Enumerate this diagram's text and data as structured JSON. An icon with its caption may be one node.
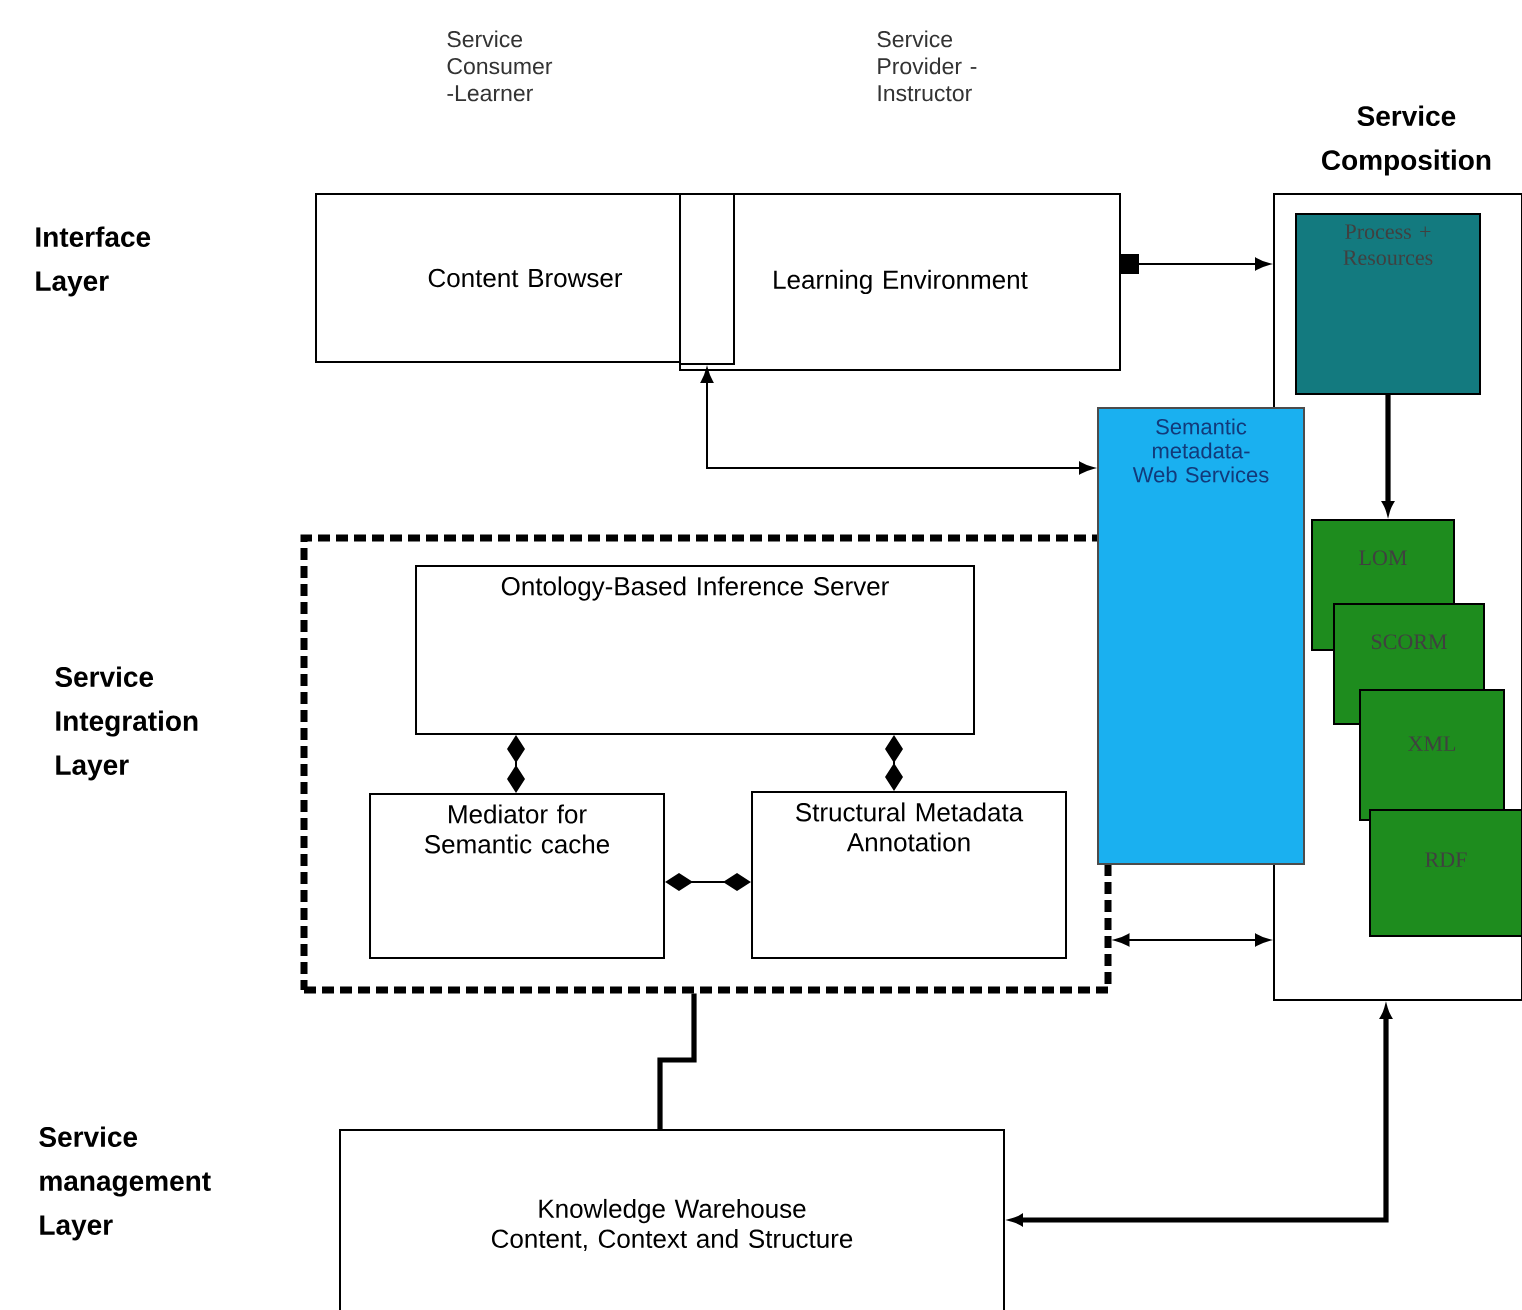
{
  "diagram": {
    "nodes": [
      {
        "text": [
          "Content Browser"
        ]
      },
      {
        "text": [
          "Learning Environment"
        ]
      },
      {
        "text": [],
        "shape": "box"
      },
      {
        "text": [
          "Service Composition"
        ]
      },
      {
        "text": [
          "Process + Resources"
        ],
        "in": 3
      },
      {
        "text": [
          "Semantic metadata- Web Services"
        ]
      },
      {
        "text": [
          "LOM"
        ],
        "in": 3
      },
      {
        "text": [
          "SCORM"
        ],
        "in": 3
      },
      {
        "text": [
          "XML"
        ],
        "in": 3
      },
      {
        "text": [
          "RDF"
        ],
        "in": 3
      },
      {
        "text": [],
        "shape": "box"
      },
      {
        "text": [
          "Ontology-Based Inference Server"
        ],
        "in": 10
      },
      {
        "text": [
          "Mediator for Semantic cache"
        ],
        "in": 10
      },
      {
        "text": [
          "Structural Metadata Annotation"
        ],
        "in": 10
      },
      {
        "text": [
          "Knowledge Warehouse Content, Context and Structure"
        ]
      }
    ],
    "edges": [
      {
        "from": 1,
        "to": 3,
        "arrow": "to"
      },
      {
        "from": 5,
        "to": 2,
        "arrow": "both"
      },
      {
        "from": 4,
        "to": 6,
        "arrow": "to",
        "style": "thick"
      },
      {
        "from": 11,
        "to": 12,
        "arrow": "other"
      },
      {
        "from": 11,
        "to": 13,
        "arrow": "other"
      },
      {
        "from": 12,
        "to": 13,
        "arrow": "other"
      },
      {
        "from": 10,
        "to": 3,
        "arrow": "both"
      },
      {
        "from": 10,
        "to": 14,
        "arrow": "none",
        "style": "thick"
      },
      {
        "from": 3,
        "to": 14,
        "arrow": "both",
        "style": "thick"
      }
    ],
    "labels": [
      "Service Consumer -Learner",
      "Service Provider - Instructor",
      "Interface Layer",
      "Service Integration Layer",
      "Service management Layer"
    ]
  }
}
